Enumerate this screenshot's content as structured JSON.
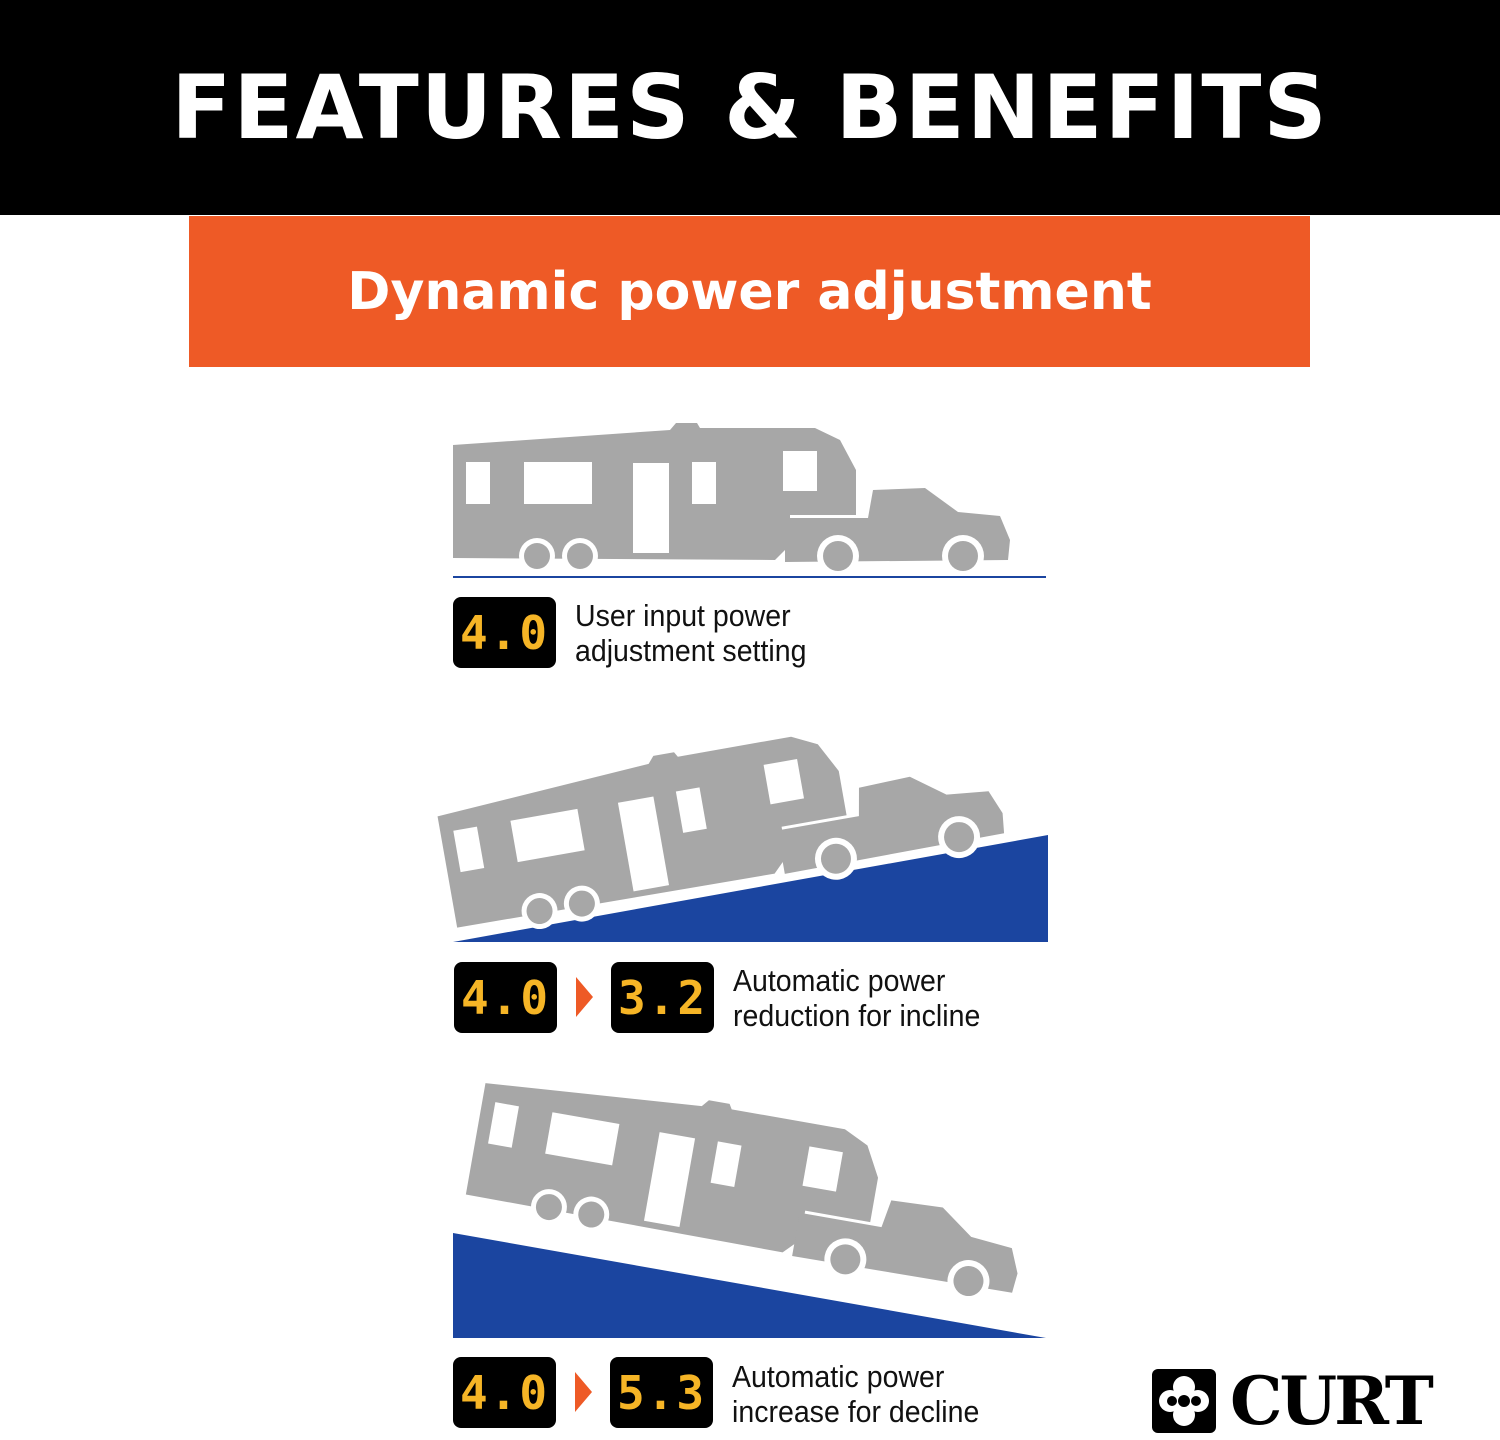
{
  "header": {
    "title": "FEATURES & BENEFITS"
  },
  "banner": {
    "title": "Dynamic power adjustment"
  },
  "colors": {
    "accent": "#ee5a26",
    "ground": "#1b45a0",
    "vehicle": "#a7a7a7",
    "display_digits": "#f6b526"
  },
  "scenes": [
    {
      "terrain": "flat",
      "from_value": "4.0",
      "caption_line1": "User input power",
      "caption_line2": "adjustment setting"
    },
    {
      "terrain": "incline",
      "from_value": "4.0",
      "to_value": "3.2",
      "caption_line1": "Automatic power",
      "caption_line2": "reduction for incline"
    },
    {
      "terrain": "decline",
      "from_value": "4.0",
      "to_value": "5.3",
      "caption_line1": "Automatic power",
      "caption_line2": "increase for decline"
    }
  ],
  "brand": {
    "name": "CURT"
  }
}
